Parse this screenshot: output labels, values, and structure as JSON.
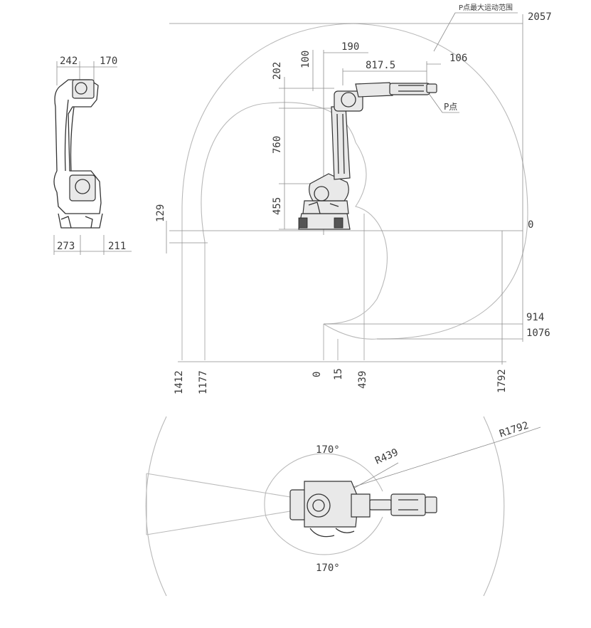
{
  "top_view": {
    "p_range_note": "P点最大运动范围",
    "p_point": "P点",
    "dims": {
      "top_2057": "2057",
      "base_0": "0",
      "low_914": "914",
      "low_1076": "1076",
      "h_190": "190",
      "h_817_5": "817.5",
      "h_106": "106",
      "v_100": "100",
      "v_202": "202",
      "v_760": "760",
      "v_455": "455",
      "v_129": "129",
      "x_1412": "1412",
      "x_1177": "1177",
      "x_0": "0",
      "x_15": "15",
      "x_439": "439",
      "x_1792": "1792"
    }
  },
  "side_view": {
    "dims": {
      "w_242": "242",
      "w_170": "170",
      "w_273": "273",
      "w_211": "211"
    }
  },
  "plan_view": {
    "dims": {
      "angle_top": "170°",
      "angle_bottom": "170°",
      "r_439": "R439",
      "r_1792": "R1792"
    }
  }
}
